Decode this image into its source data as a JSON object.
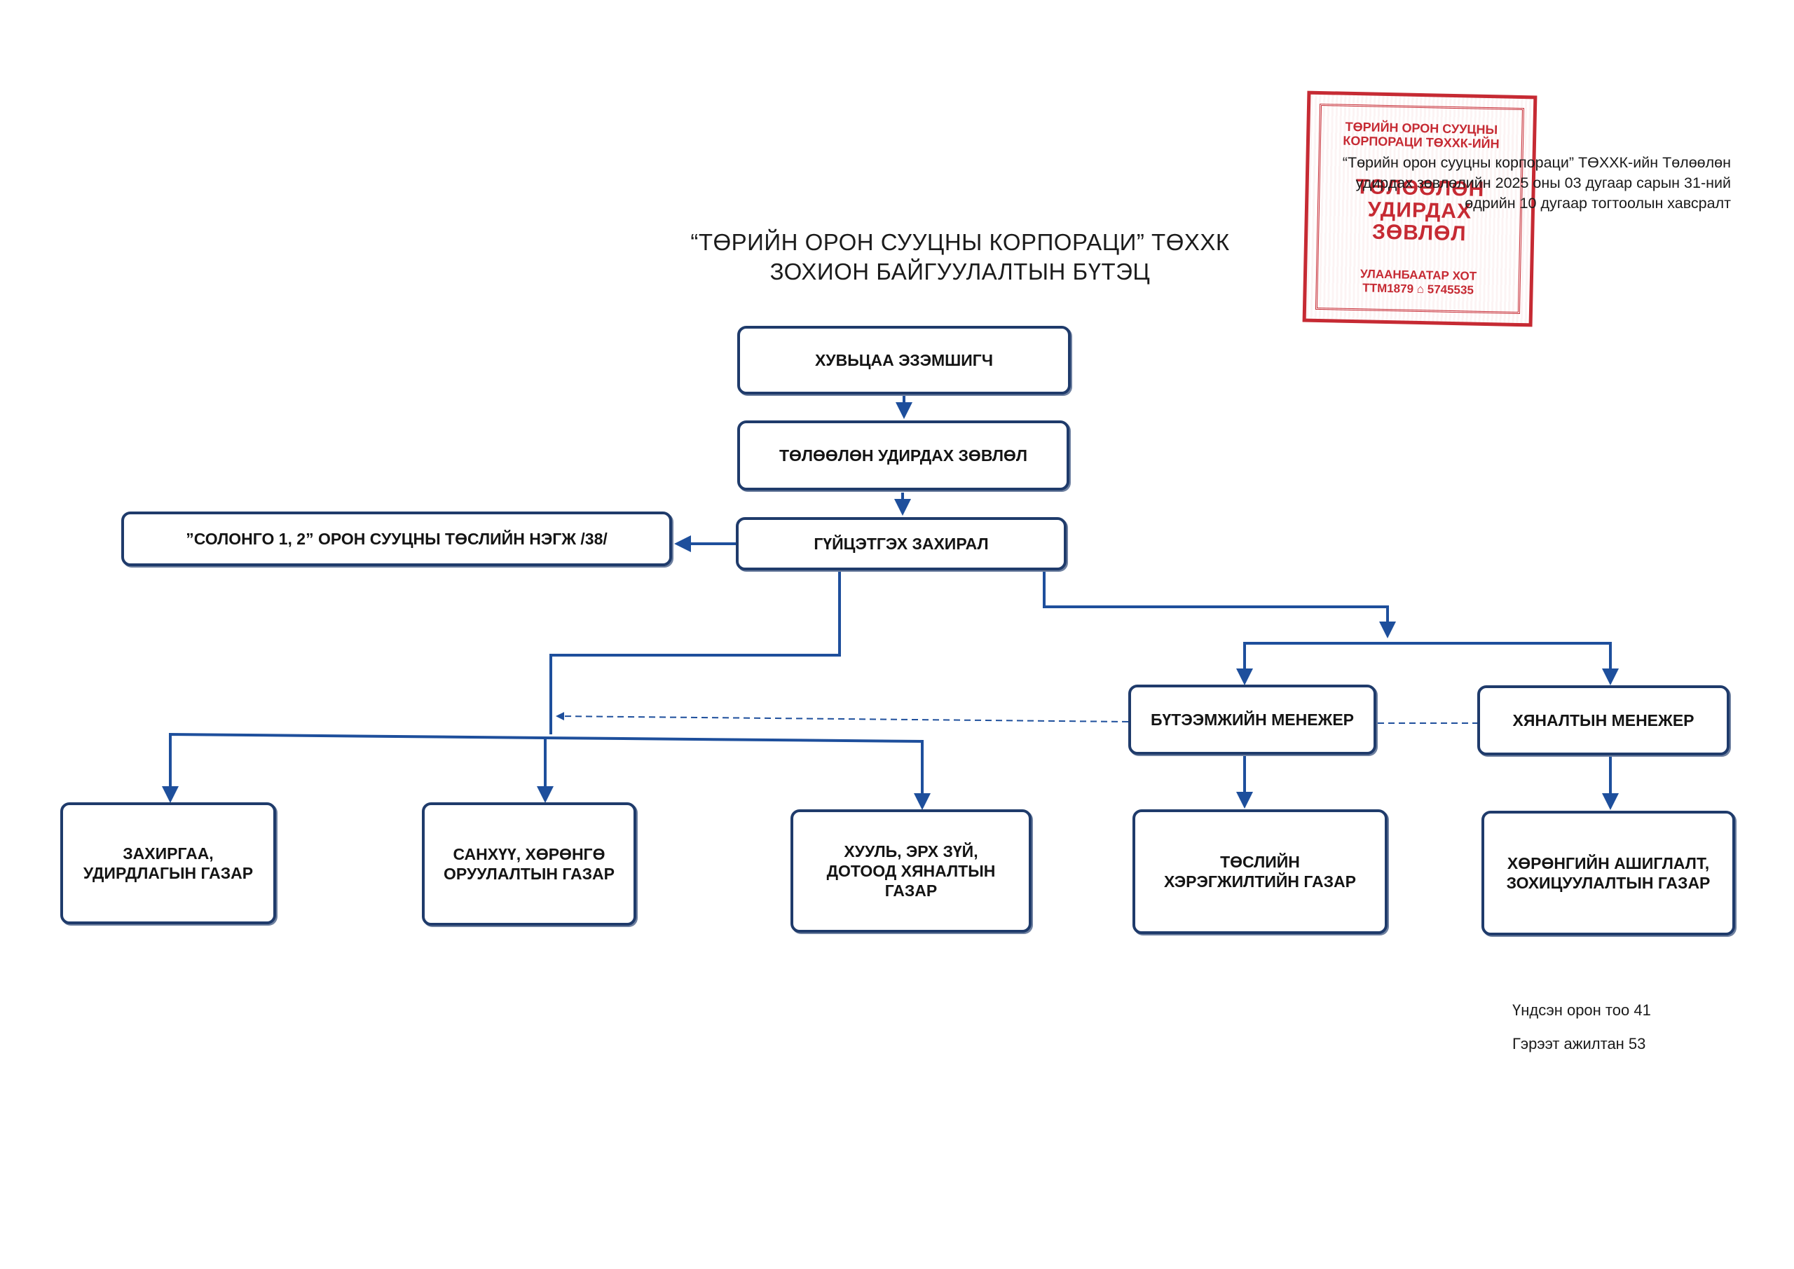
{
  "annex": {
    "line1": "“Төрийн орон сууцны корпораци” ТӨХХК-ийн Төлөөлөн",
    "line2": "удирдах зөвлөлийн 2025 оны 03 дугаар сарын 31-ний",
    "line3": "өдрийн 10 дугаар тогтоолын хавсралт"
  },
  "title": {
    "line1": "“ТӨРИЙН ОРОН СУУЦНЫ КОРПОРАЦИ” ТӨХХК",
    "line2": "ЗОХИОН БАЙГУУЛАЛТЫН БҮТЭЦ"
  },
  "stamp": {
    "top_line1": "ТӨРИЙН ОРОН СУУЦНЫ",
    "top_line2": "КОРПОРАЦИ ТӨХХК-ИЙН",
    "mid_line1": "ТӨЛӨӨЛӨН",
    "mid_line2": "УДИРДАХ",
    "mid_line3": "ЗӨВЛӨЛ",
    "city": "УЛААНБААТАР ХОТ",
    "code": "ТТМ1879 ⌂ 5745535"
  },
  "boxes": {
    "shareholder": "ХУВЬЦАА ЭЗЭМШИГЧ",
    "board": "ТӨЛӨӨЛӨН УДИРДАХ ЗӨВЛӨЛ",
    "ceo": "ГҮЙЦЭТГЭХ ЗАХИРАЛ",
    "project_unit": "”СОЛОНГО 1, 2” ОРОН СУУЦНЫ ТӨСЛИЙН НЭГЖ /38/",
    "construction_manager": "БҮТЭЭМЖИЙН МЕНЕЖЕР",
    "control_manager": "ХЯНАЛТЫН МЕНЕЖЕР",
    "admin_line1": "ЗАХИРГАА,",
    "admin_line2": "УДИРДЛАГЫН ГАЗАР",
    "finance_line1": "САНХҮҮ, ХӨРӨНГӨ",
    "finance_line2": "ОРУУЛАЛТЫН ГАЗАР",
    "legal_line1": "ХУУЛЬ, ЭРХ ЗҮЙ,",
    "legal_line2": "ДОТООД ХЯНАЛТЫН",
    "legal_line3": "ГАЗАР",
    "project_impl_line1": "ТӨСЛИЙН",
    "project_impl_line2": "ХЭРЭГЖИЛТИЙН ГАЗАР",
    "asset_line1": "ХӨРӨНГИЙН АШИГЛАЛТ,",
    "asset_line2": "ЗОХИЦУУЛАЛТЫН ГАЗАР"
  },
  "stats": {
    "core_positions": "Үндсэн орон тоо 41",
    "contract_staff": "Гэрээт ажилтан  53"
  },
  "colors": {
    "connector": "#1e4f9c",
    "box_border": "#1f3b6b",
    "stamp": "#c62a33"
  }
}
